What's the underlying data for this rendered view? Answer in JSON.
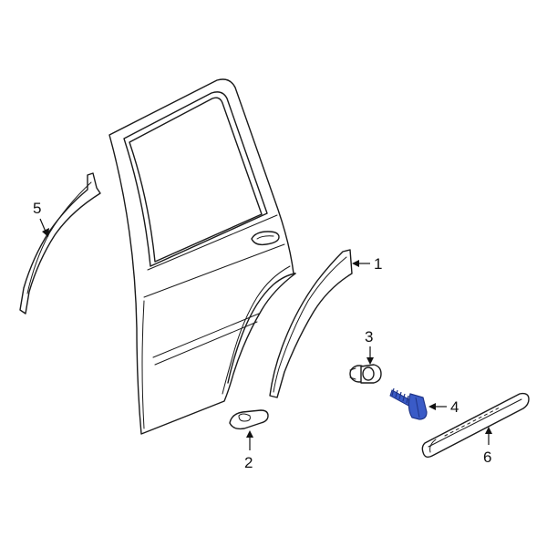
{
  "colors": {
    "highlight_part": "#3a5bc7",
    "highlight_dark": "#1f3488",
    "line": "#1a1a1a",
    "background": "#ffffff"
  },
  "callouts": [
    {
      "id": "1",
      "label": "1"
    },
    {
      "id": "2",
      "label": "2"
    },
    {
      "id": "3",
      "label": "3"
    },
    {
      "id": "4",
      "label": "4"
    },
    {
      "id": "5",
      "label": "5"
    },
    {
      "id": "6",
      "label": "6"
    }
  ]
}
